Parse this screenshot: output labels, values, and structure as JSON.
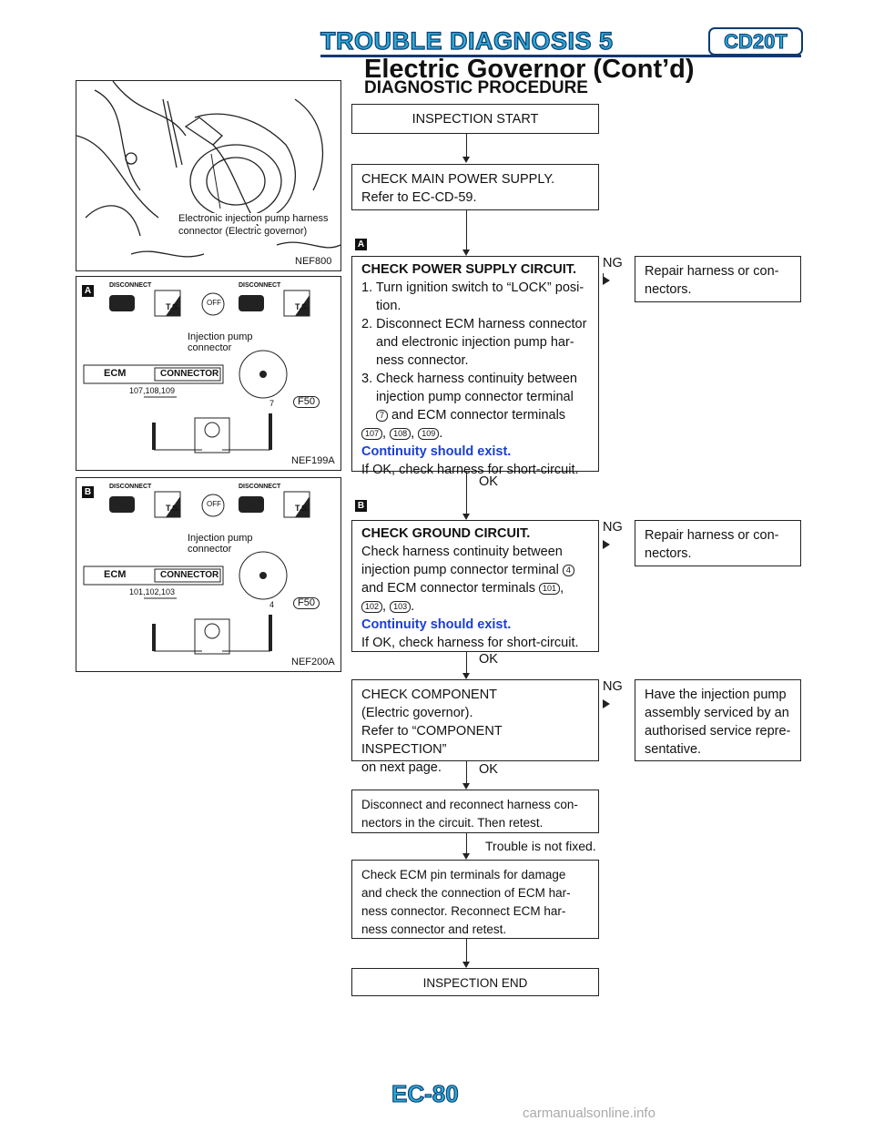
{
  "header": {
    "title": "TROUBLE DIAGNOSIS 5",
    "code": "CD20T",
    "subtitle": "Electric Governor (Cont’d)"
  },
  "section_title": "DIAGNOSTIC PROCEDURE",
  "figures": {
    "fig1": {
      "caption_line1": "Electronic injection pump harness",
      "caption_line2": "connector (Electric governor)",
      "id": "NEF800"
    },
    "fig2": {
      "marker": "A",
      "connector_label": "Injection pump",
      "connector_label2": "connector",
      "ecm": "ECM",
      "connector": "CONNECTOR",
      "terminals": "107,108,109",
      "pin": "7",
      "badge": "F50",
      "disconnect": "DISCONNECT",
      "ts": "T.S.",
      "off": "OFF",
      "id": "NEF199A"
    },
    "fig3": {
      "marker": "B",
      "connector_label": "Injection pump",
      "connector_label2": "connector",
      "ecm": "ECM",
      "connector": "CONNECTOR",
      "terminals": "101,102,103",
      "pin": "4",
      "badge": "F50",
      "disconnect": "DISCONNECT",
      "ts": "T.S.",
      "off": "OFF",
      "id": "NEF200A"
    }
  },
  "flow": {
    "start": "INSPECTION START",
    "main_power": {
      "line1": "CHECK MAIN POWER SUPPLY.",
      "line2": "Refer to EC-CD-59."
    },
    "marker_a": "A",
    "power_circuit": {
      "title": "CHECK POWER SUPPLY CIRCUIT.",
      "step1a": "1. Turn ignition switch to “LOCK” posi-",
      "step1b": "tion.",
      "step2a": "2. Disconnect ECM harness connector",
      "step2b": "and electronic injection pump har-",
      "step2c": "ness connector.",
      "step3a": "3. Check harness continuity between",
      "step3b": "injection pump connector terminal",
      "pin": "7",
      "step3c": "and ECM connector terminals",
      "t1": "107",
      "t2": "108",
      "t3": "109",
      "continuity": "Continuity should exist.",
      "short": "If OK, check harness for short-circuit."
    },
    "ok": "OK",
    "ng": "NG",
    "repair": {
      "line1": "Repair harness or con-",
      "line2": "nectors."
    },
    "marker_b": "B",
    "ground_circuit": {
      "title": "CHECK GROUND CIRCUIT.",
      "l1": "Check harness continuity between",
      "l2": "injection pump connector terminal",
      "pin": "4",
      "l3": "and ECM connector terminals",
      "t1": "101",
      "t2": "102",
      "t3": "103",
      "continuity": "Continuity should exist.",
      "short": "If OK, check harness for short-circuit."
    },
    "component": {
      "l1": "CHECK COMPONENT",
      "l2": "(Electric governor).",
      "l3": "Refer to “COMPONENT INSPECTION”",
      "l4": "on next page."
    },
    "service": {
      "l1": "Have the injection pump",
      "l2": "assembly serviced by an",
      "l3": "authorised service repre-",
      "l4": "sentative."
    },
    "reconnect": {
      "l1": "Disconnect and reconnect harness con-",
      "l2": "nectors in the circuit. Then retest."
    },
    "not_fixed": "Trouble is not fixed.",
    "ecm_check": {
      "l1": "Check ECM pin terminals for damage",
      "l2": "and check the connection of ECM har-",
      "l3": "ness connector. Reconnect ECM har-",
      "l4": "ness connector and retest."
    },
    "end": "INSPECTION END"
  },
  "footer": {
    "page": "EC-80",
    "watermark": "carmanualsonline.info"
  }
}
